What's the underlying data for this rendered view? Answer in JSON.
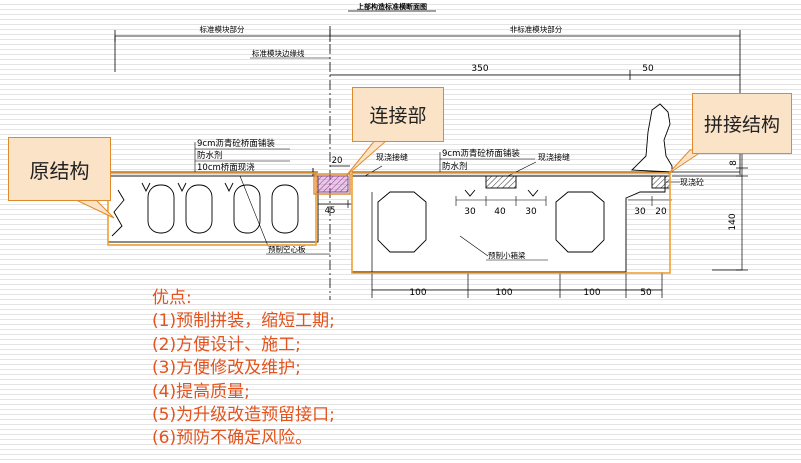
{
  "title": "上部构造标准横断面图",
  "dims": {
    "std_part": "标准模块部分",
    "nonstd_part": "非标准模块部分",
    "std_edge": "标准模块边缘线",
    "w350": "350",
    "w50_top": "50",
    "w20_left": "20",
    "w45": "45",
    "w30_a": "30",
    "w40": "40",
    "w30_b": "30",
    "w30_c": "30",
    "w20_right": "20",
    "h8": "8",
    "h140": "140",
    "b100_1": "100",
    "b100_2": "100",
    "b100_3": "100",
    "b50": "50"
  },
  "notes": {
    "left_paving": "9cm沥青砼桥面铺装",
    "left_waterproof": "防水剂",
    "left_castlayer": "10cm桥面现浇",
    "cast_joint_left": "现浇接缝",
    "right_paving": "9cm沥青砼桥面铺装",
    "right_waterproof": "防水剂",
    "cast_joint_right": "现浇接缝",
    "cast_concrete": "现浇砼",
    "hollow_slab": "预制空心板",
    "box_girder": "预制小箱梁"
  },
  "callouts": {
    "original": "原结构",
    "connection": "连接部",
    "splice": "拼接结构"
  },
  "advantages": {
    "heading": "优点:",
    "items": [
      "(1)预制拼装，缩短工期;",
      "(2)方便设计、施工;",
      "(3)方便修改及维护;",
      "(4)提高质量;",
      "(5)为升级改造预留接口;",
      "(6)预防不确定风险。"
    ]
  },
  "colors": {
    "callout_fill": "#fbe3c8",
    "callout_border": "#e08a2e",
    "highlight_box": "#f0a030",
    "advantage_text": "#e2531e",
    "connection_fill": "#c060c0"
  }
}
